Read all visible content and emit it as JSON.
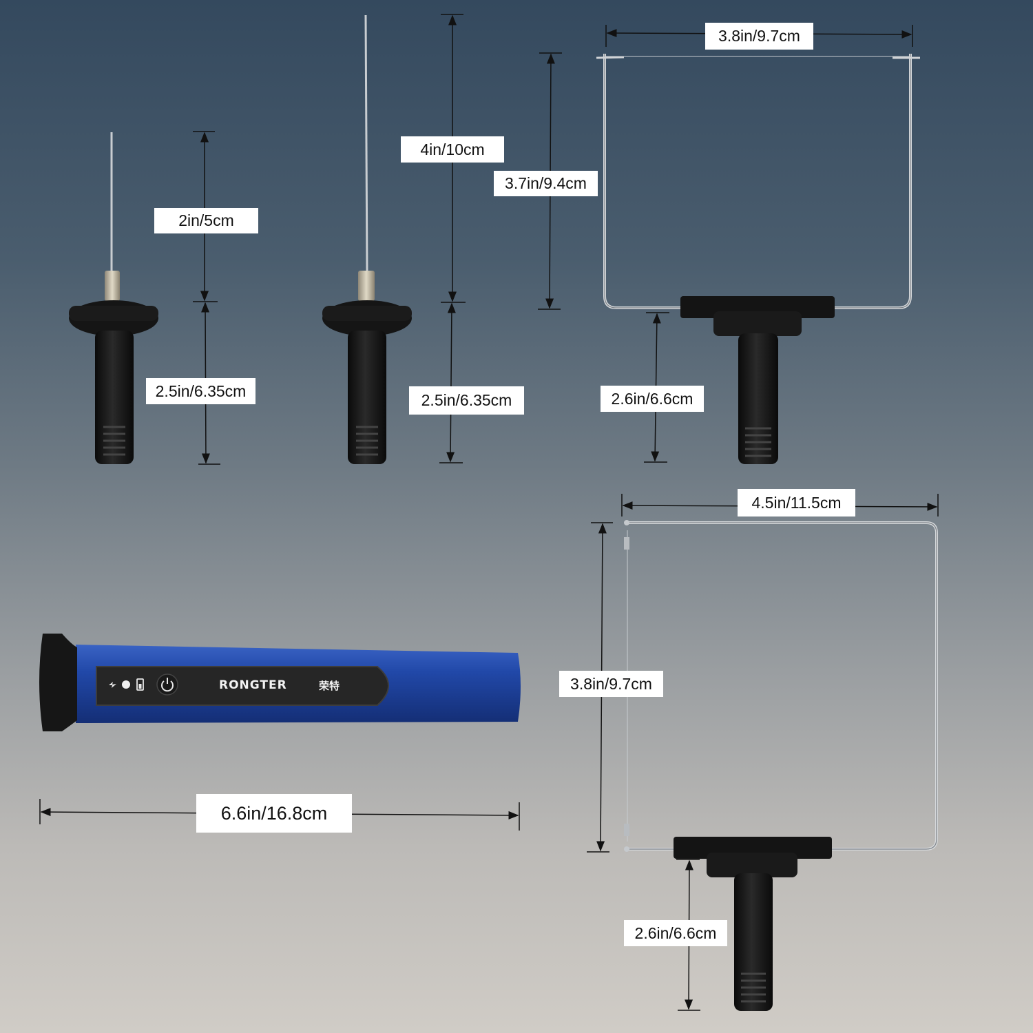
{
  "brand": {
    "name": "RONGTER",
    "name_cn": "荣特"
  },
  "dimensions": {
    "short_tip_blade_length": "2in/5cm",
    "short_tip_handle_length": "2.5in/6.35cm",
    "long_tip_blade_length": "4in/10cm",
    "long_tip_handle_length": "2.5in/6.35cm",
    "small_frame_width": "3.8in/9.7cm",
    "small_frame_height": "3.7in/9.4cm",
    "small_frame_handle_length": "2.6in/6.6cm",
    "large_frame_width": "4.5in/11.5cm",
    "large_frame_height": "3.8in/9.7cm",
    "large_frame_handle_length": "2.6in/6.6cm",
    "pen_body_length": "6.6in/16.8cm"
  },
  "colors": {
    "pen_body": "#1f3f8f",
    "accessory_plastic": "#151515",
    "wire": "#c8ccd0"
  },
  "icons": [
    "lightning-icon",
    "indicator-dot-icon",
    "battery-icon",
    "power-icon"
  ]
}
